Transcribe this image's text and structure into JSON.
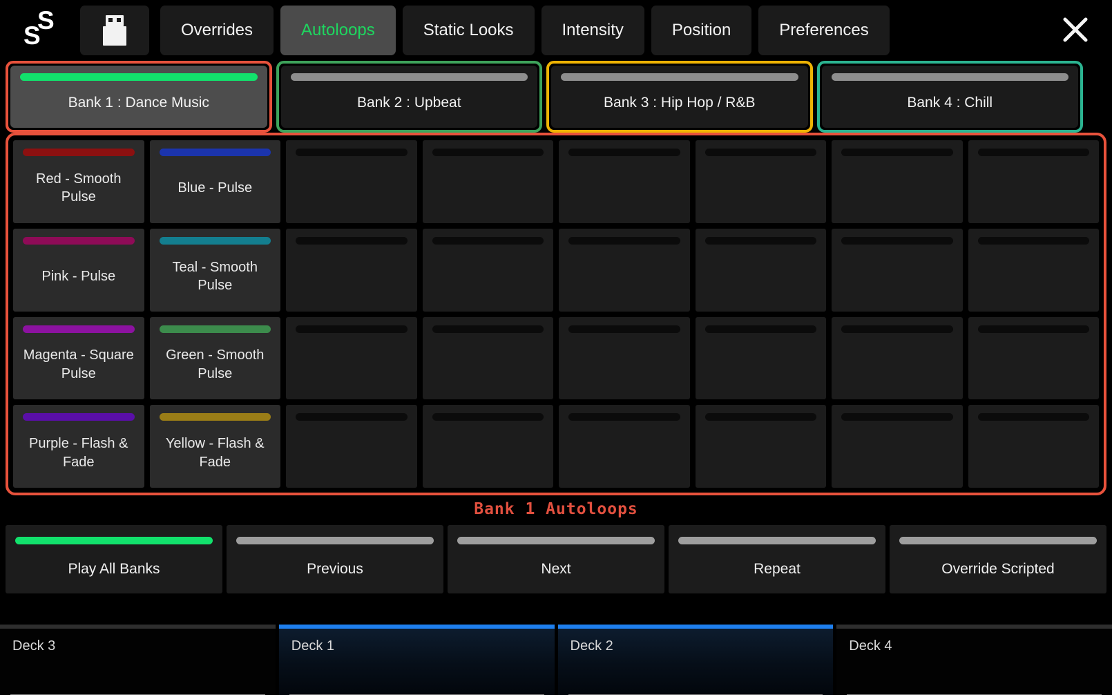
{
  "topbar": {
    "logo_name": "soundswitch-logo",
    "tabs": [
      {
        "label": "Overrides",
        "selected": false
      },
      {
        "label": "Autoloops",
        "selected": true
      },
      {
        "label": "Static Looks",
        "selected": false
      },
      {
        "label": "Intensity",
        "selected": false
      },
      {
        "label": "Position",
        "selected": false
      },
      {
        "label": "Preferences",
        "selected": false
      }
    ],
    "selected_tab_color": "#1ed65f"
  },
  "banks": [
    {
      "label": "Bank 1 : Dance Music",
      "outline_color": "#e8523c",
      "bar_color": "#12e16c",
      "selected": true
    },
    {
      "label": "Bank 2 : Upbeat",
      "outline_color": "#3ea35b",
      "bar_color": "#8e8e8e",
      "selected": false
    },
    {
      "label": "Bank 3 : Hip Hop / R&B",
      "outline_color": "#eeb303",
      "bar_color": "#8e8e8e",
      "selected": false
    },
    {
      "label": "Bank 4 : Chill",
      "outline_color": "#2bb491",
      "bar_color": "#8e8e8e",
      "selected": false
    }
  ],
  "grid": {
    "outline_color": "#e8523c",
    "columns": 8,
    "rows": 4,
    "empty_bar_color": "#0b0b0b",
    "cells": [
      {
        "label": "Red - Smooth Pulse",
        "color": "#8c1010"
      },
      {
        "label": "Blue - Pulse",
        "color": "#1b34ad"
      },
      {},
      {},
      {},
      {},
      {},
      {},
      {
        "label": "Pink - Pulse",
        "color": "#8e0b57"
      },
      {
        "label": "Teal - Smooth Pulse",
        "color": "#137e8f"
      },
      {},
      {},
      {},
      {},
      {},
      {},
      {
        "label": "Magenta - Square Pulse",
        "color": "#8c12a0"
      },
      {
        "label": "Green - Smooth Pulse",
        "color": "#3c8c4c"
      },
      {},
      {},
      {},
      {},
      {},
      {},
      {
        "label": "Purple - Flash & Fade",
        "color": "#5a0fa8"
      },
      {
        "label": "Yellow - Flash & Fade",
        "color": "#9a7d17"
      },
      {},
      {},
      {},
      {},
      {},
      {}
    ]
  },
  "annotation": {
    "text": "Bank 1 Autoloops",
    "color": "#e2503f"
  },
  "transport": [
    {
      "label": "Play All Banks",
      "bar_color": "#12e16c"
    },
    {
      "label": "Previous",
      "bar_color": "#9e9e9e"
    },
    {
      "label": "Next",
      "bar_color": "#9e9e9e"
    },
    {
      "label": "Repeat",
      "bar_color": "#9e9e9e"
    },
    {
      "label": "Override Scripted",
      "bar_color": "#9e9e9e"
    }
  ],
  "decks": [
    {
      "label": "Deck 3",
      "active": false
    },
    {
      "label": "Deck 1",
      "active": true
    },
    {
      "label": "Deck 2",
      "active": true
    },
    {
      "label": "Deck 4",
      "active": false
    }
  ],
  "deck_accent_color": "#1e7fee"
}
